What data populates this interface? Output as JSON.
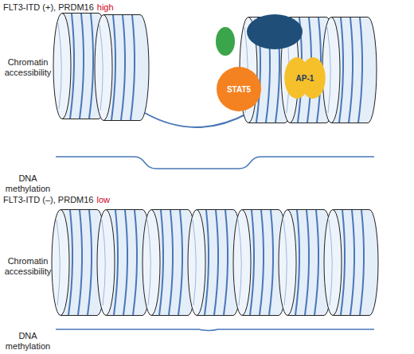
{
  "diagram": {
    "nodes": [
      {
        "text": [
          "STAT5"
        ]
      },
      {
        "text": [
          "AP-1"
        ]
      }
    ],
    "labels": [
      "FLT3-ITD (+), PRDM16",
      "high",
      "Chromatin accessibility",
      "DNA methylation",
      "FLT3-ITD (–), PRDM16",
      "low",
      "Chromatin accessibility",
      "DNA methylation"
    ]
  }
}
